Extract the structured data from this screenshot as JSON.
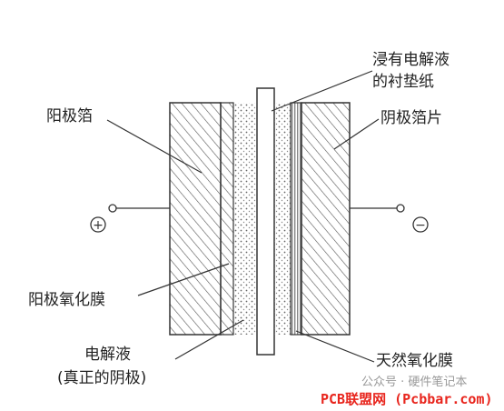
{
  "labels": {
    "anode_foil": "阳极箔",
    "soaked_separator_line1": "浸有电解液",
    "soaked_separator_line2": "的衬垫纸",
    "cathode_foil": "阴极箔片",
    "anode_oxide_film": "阳极氧化膜",
    "electrolyte_line1": "电解液",
    "electrolyte_line2": "(真正的阴极)",
    "natural_oxide_film": "天然氧化膜"
  },
  "terminals": {
    "positive": "+",
    "negative": "−"
  },
  "watermark": {
    "account": "公众号 · 硬件笔记本",
    "site": "PCB联盟网 (Pcbbar.com)"
  },
  "colors": {
    "line": "#333333",
    "site_text": "#e8251d"
  }
}
